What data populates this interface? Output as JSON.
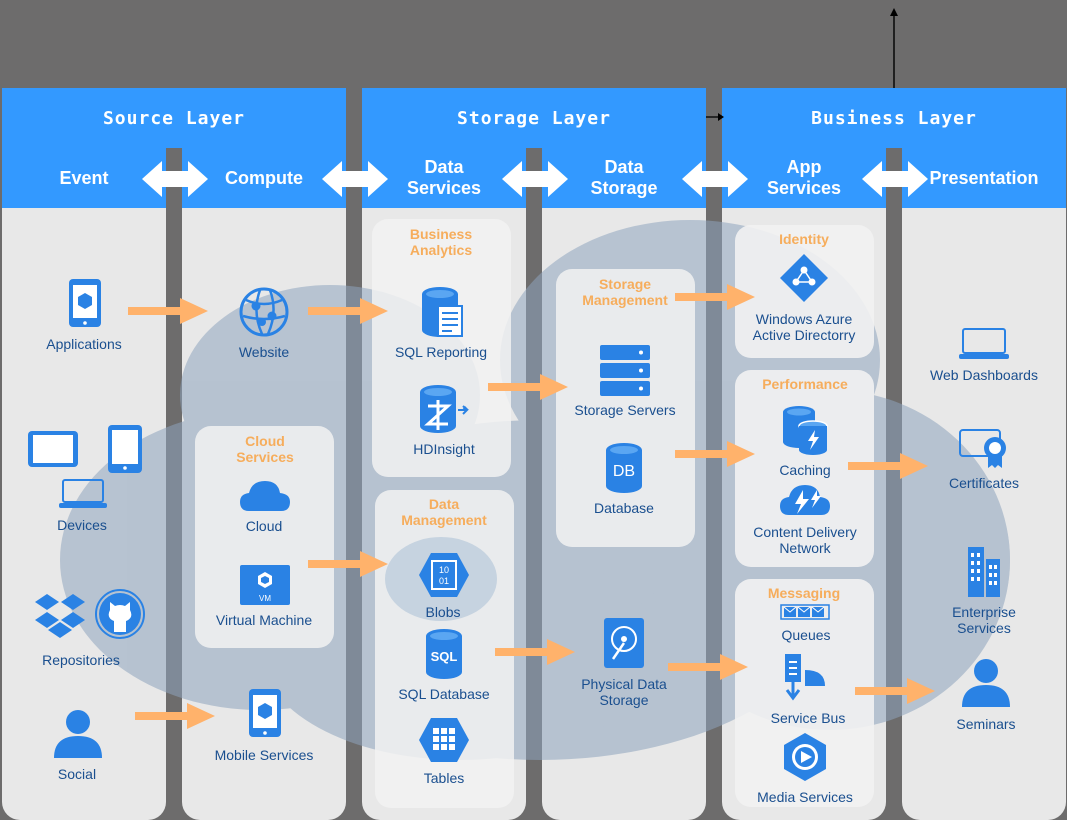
{
  "layers": {
    "source": "Source Layer",
    "storage": "Storage Layer",
    "business": "Business Layer"
  },
  "columns": {
    "event": "Event",
    "compute": "Compute",
    "data_services": "Data Services",
    "data_storage": "Data Storage",
    "app_services": "App Services",
    "presentation": "Presentation"
  },
  "groups": {
    "cloud_services": "Cloud Services",
    "business_analytics": "Business Analytics",
    "data_management": "Data Management",
    "storage_management": "Storage Management",
    "identity": "Identity",
    "performance": "Performance",
    "messaging": "Messaging"
  },
  "nodes": {
    "applications": "Applications",
    "devices": "Devices",
    "repositories": "Repositories",
    "social": "Social",
    "website": "Website",
    "cloud": "Cloud",
    "virtual_machine": "Virtual Machine",
    "mobile_services": "Mobile Services",
    "sql_reporting": "SQL Reporting",
    "hdinsight": "HDInsight",
    "blobs": "Blobs",
    "sql_database": "SQL Database",
    "tables": "Tables",
    "storage_servers": "Storage Servers",
    "database": "Database",
    "physical_data_storage": "Physical Data Storage",
    "azure_ad": "Windows Azure Active Directorry",
    "caching": "Caching",
    "cdn": "Content Delivery Network",
    "queues": "Queues",
    "service_bus": "Service Bus",
    "media_services": "Media Services",
    "web_dashboards": "Web Dashboards",
    "certificates": "Certificates",
    "enterprise_services": "Enterprise Services",
    "seminars": "Seminars"
  },
  "icon_text": {
    "db": "DB",
    "sql": "SQL",
    "vm": "VM",
    "bits": "10 01"
  },
  "colors": {
    "header_blue": "#3399ff",
    "icon_blue": "#2a82e4",
    "arrow_orange": "#ffb26b",
    "group_title_orange": "#f6ad5c",
    "cloud_shape": "#8ea4bd",
    "background": "#6d6c6c"
  }
}
